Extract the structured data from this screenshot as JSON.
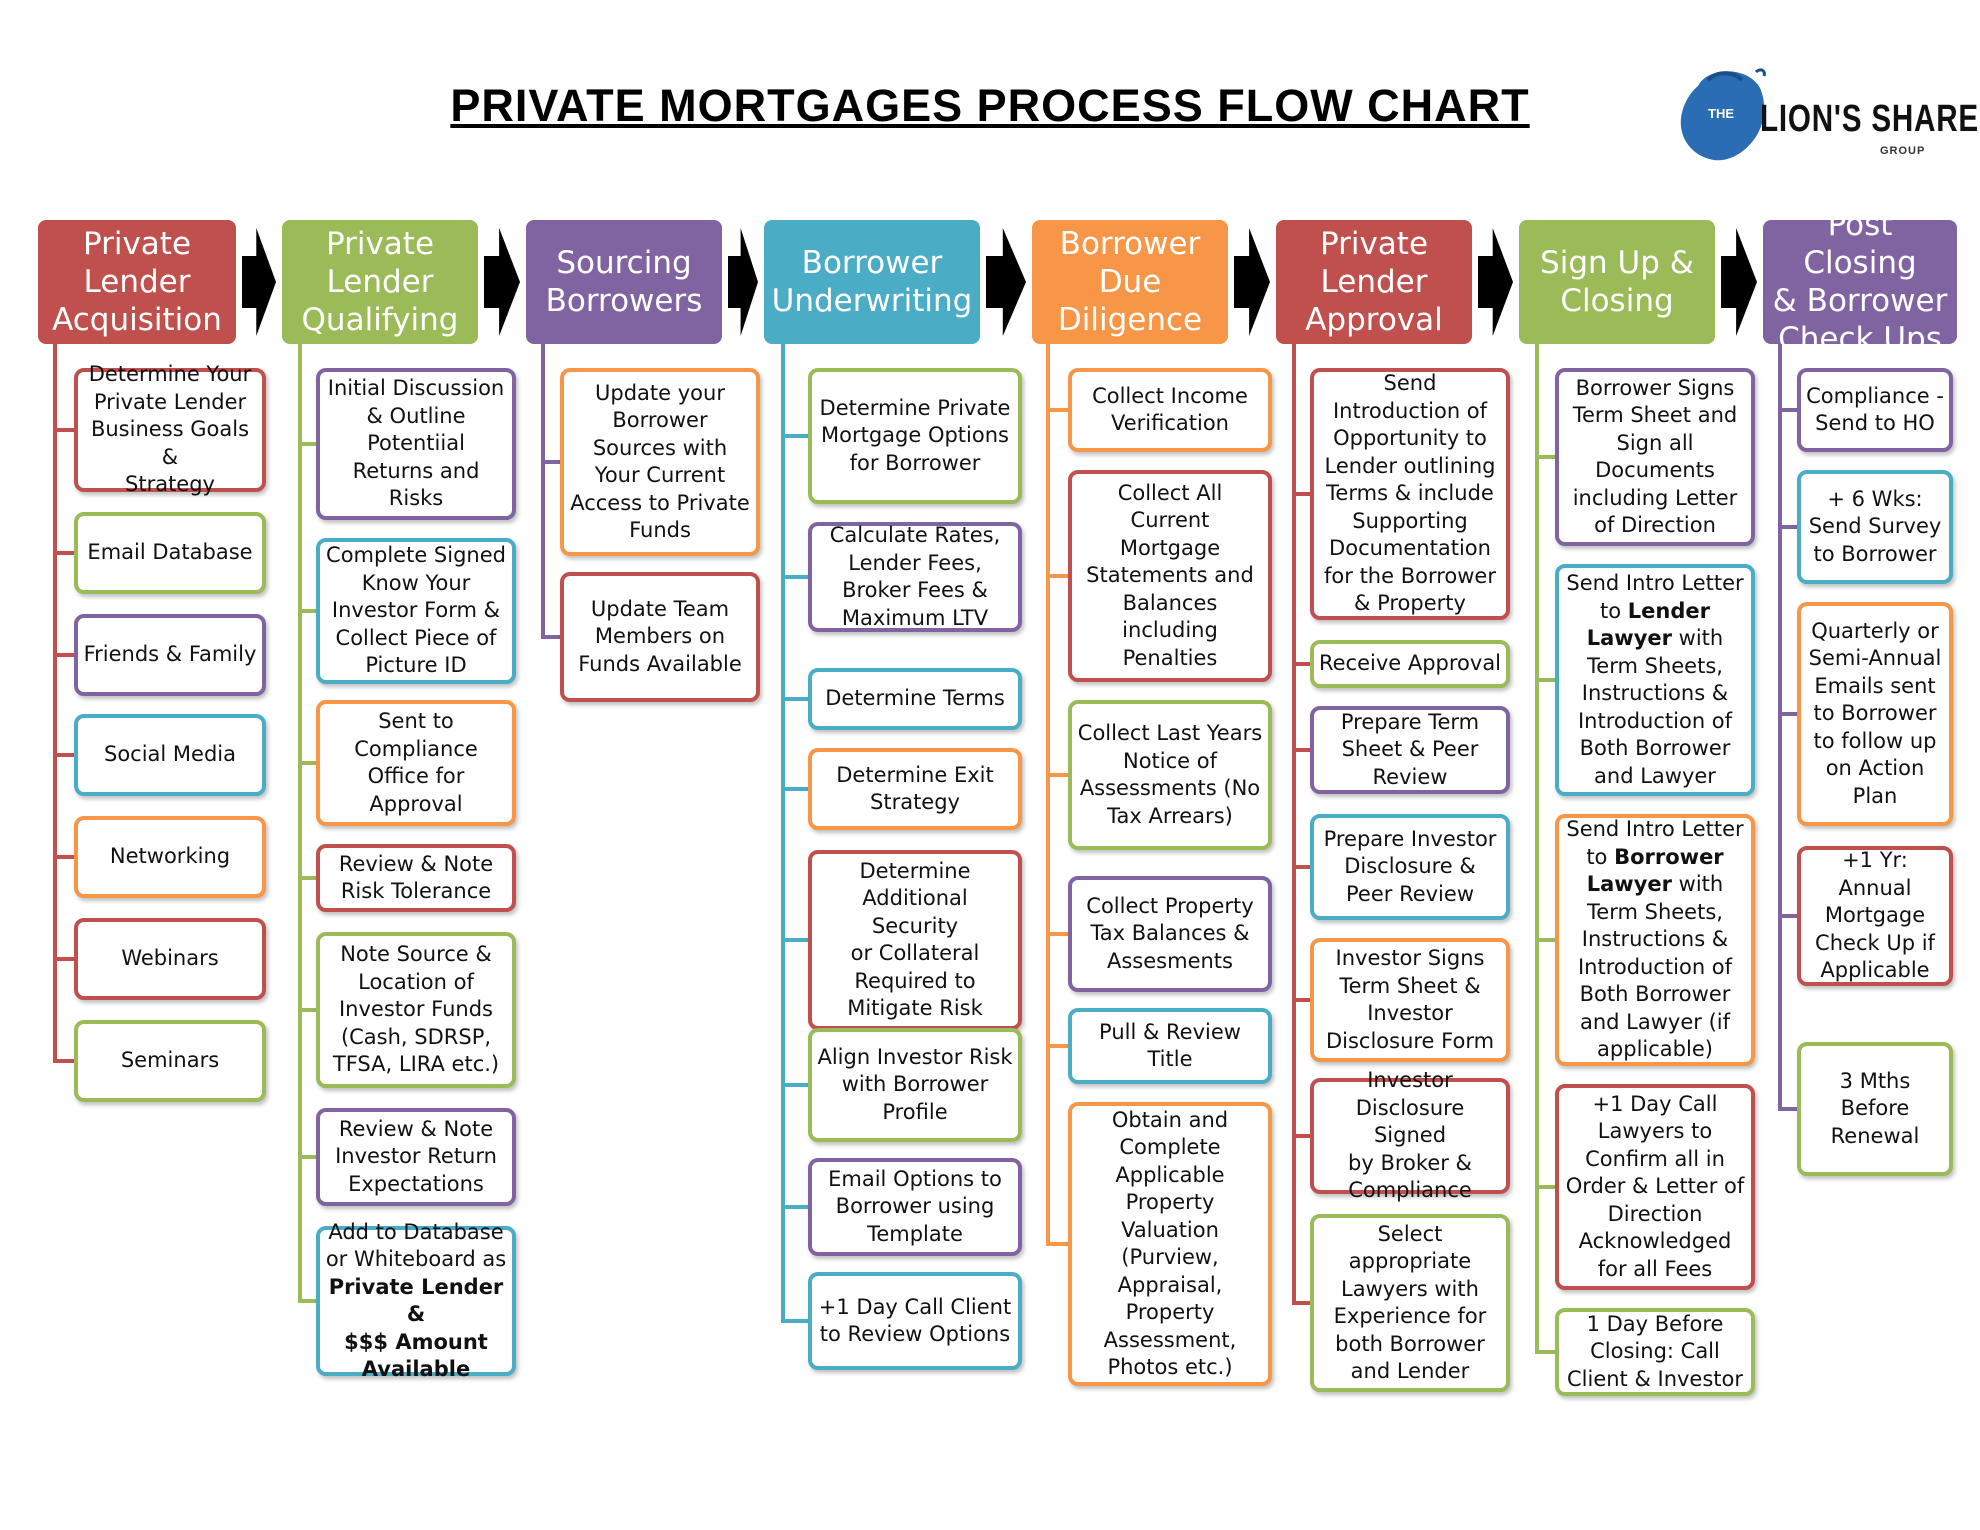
{
  "title": "PRIVATE MORTGAGES PROCESS FLOW CHART",
  "logo": {
    "prefix": "THE",
    "name": "LION'S SHARE",
    "suffix": "GROUP"
  },
  "colors": {
    "red": "#c0504d",
    "green": "#9bbb59",
    "purple": "#8064a2",
    "teal": "#4bacc6",
    "orange": "#f79646",
    "black": "#000000"
  },
  "columns": [
    {
      "title": "Private\nLender\nAcquisition",
      "color": "#c0504d",
      "items": [
        {
          "text": "Determine Your\nPrivate Lender\nBusiness Goals &\nStrategy",
          "color": "#c0504d"
        },
        {
          "text": "Email Database",
          "color": "#9bbb59"
        },
        {
          "text": "Friends & Family",
          "color": "#8064a2"
        },
        {
          "text": "Social Media",
          "color": "#4bacc6"
        },
        {
          "text": "Networking",
          "color": "#f79646"
        },
        {
          "text": "Webinars",
          "color": "#c0504d"
        },
        {
          "text": "Seminars",
          "color": "#9bbb59"
        }
      ]
    },
    {
      "title": "Private\nLender\nQualifying",
      "color": "#9bbb59",
      "items": [
        {
          "text": "Initial Discussion\n& Outline\nPotentiial\nReturns and\nRisks",
          "color": "#8064a2"
        },
        {
          "text": "Complete  Signed\nKnow Your\nInvestor Form &\nCollect  Piece of\nPicture ID",
          "color": "#4bacc6"
        },
        {
          "text": "Sent to\nCompliance\nOffice for\nApproval",
          "color": "#f79646"
        },
        {
          "text": "Review & Note\nRisk Tolerance",
          "color": "#c0504d"
        },
        {
          "text": "Note Source &\nLocation of\nInvestor Funds\n(Cash, SDRSP,\nTFSA, LIRA etc.)",
          "color": "#9bbb59"
        },
        {
          "text": "Review & Note\nInvestor Return\nExpectations",
          "color": "#8064a2"
        },
        {
          "text": "Add to Database\nor Whiteboard as",
          "bold": "Private Lender &\n$$$ Amount\nAvailable",
          "color": "#4bacc6"
        }
      ]
    },
    {
      "title": "Sourcing\nBorrowers",
      "color": "#8064a2",
      "items": [
        {
          "text": "Update your\nBorrower\nSources with\nYour Current\nAccess to Private\nFunds",
          "color": "#f79646"
        },
        {
          "text": "Update Team\nMembers on\nFunds Available",
          "color": "#c0504d"
        }
      ]
    },
    {
      "title": "Borrower\nUnderwriting",
      "color": "#4bacc6",
      "items": [
        {
          "text": "Determine Private\nMortgage Options\nfor Borrower",
          "color": "#9bbb59"
        },
        {
          "text": "Calculate Rates,\nLender Fees,\nBroker Fees &\nMaximum LTV",
          "color": "#8064a2"
        },
        {
          "text": "Determine Terms",
          "color": "#4bacc6"
        },
        {
          "text": "Determine Exit\nStrategy",
          "color": "#f79646"
        },
        {
          "text": "Determine\nAdditional Security\nor Collateral\nRequired to\nMitigate Risk",
          "color": "#c0504d"
        },
        {
          "text": "Align Investor Risk\nwith Borrower\nProfile",
          "color": "#9bbb59"
        },
        {
          "text": "Email Options to\nBorrower using\nTemplate",
          "color": "#8064a2"
        },
        {
          "text": "+1 Day Call Client\nto Review Options",
          "color": "#4bacc6"
        }
      ]
    },
    {
      "title": "Borrower\nDue\nDiligence",
      "color": "#f79646",
      "items": [
        {
          "text": "Collect Income\nVerification",
          "color": "#f79646"
        },
        {
          "text": "Collect All\nCurrent\nMortgage\nStatements and\nBalances\nincluding\nPenalties",
          "color": "#c0504d"
        },
        {
          "text": "Collect Last Years\nNotice of\nAssessments (No\nTax Arrears)",
          "color": "#9bbb59"
        },
        {
          "text": "Collect Property\nTax Balances &\nAssesments",
          "color": "#8064a2"
        },
        {
          "text": "Pull & Review\nTitle",
          "color": "#4bacc6"
        },
        {
          "text": "Obtain and\nComplete\nApplicable\nProperty\nValuation\n(Purview,\nAppraisal,\nProperty\nAssessment,\nPhotos etc.)",
          "color": "#f79646"
        }
      ]
    },
    {
      "title": "Private\nLender\nApproval",
      "color": "#c0504d",
      "items": [
        {
          "text": "Send\nIntroduction of\nOpportunity to\nLender outlining\nTerms & include\nSupporting\nDocumentation\nfor the Borrower\n& Property",
          "color": "#c0504d"
        },
        {
          "text": "Receive Approval",
          "color": "#9bbb59"
        },
        {
          "text": "Prepare Term\nSheet & Peer\nReview",
          "color": "#8064a2"
        },
        {
          "text": "Prepare Investor\nDisclosure &\nPeer Review",
          "color": "#4bacc6"
        },
        {
          "text": "Investor Signs\nTerm Sheet &\nInvestor\nDisclosure Form",
          "color": "#f79646"
        },
        {
          "text": "Investor\nDisclosure Signed\nby Broker &\nCompliance",
          "color": "#c0504d"
        },
        {
          "text": "Select\nappropriate\nLawyers with\nExperience for\nboth Borrower\nand Lender",
          "color": "#9bbb59"
        }
      ]
    },
    {
      "title": "Sign Up &\nClosing",
      "color": "#9bbb59",
      "items": [
        {
          "text": "Borrower Signs\nTerm Sheet and\nSign all\nDocuments\nincluding Letter\nof Direction",
          "color": "#8064a2"
        },
        {
          "pre": "Send Intro Letter\nto ",
          "em": "Lender\nLawyer",
          "post": " with\nTerm Sheets,\nInstructions &\nIntroduction of\nBoth Borrower\nand Lawyer",
          "color": "#4bacc6"
        },
        {
          "pre": "Send Intro Letter\nto ",
          "em": "Borrower\nLawyer",
          "post": " with\nTerm Sheets,\nInstructions &\nIntroduction of\nBoth Borrower\nand Lawyer (if\napplicable)",
          "color": "#f79646"
        },
        {
          "text": "+1 Day Call\nLawyers to\nConfirm all in\nOrder & Letter of\nDirection\nAcknowledged\nfor  all Fees",
          "color": "#c0504d"
        },
        {
          "text": "1 Day Before\nClosing: Call\nClient & Investor",
          "color": "#9bbb59"
        }
      ]
    },
    {
      "title": "Post Closing\n& Borrower\nCheck Ups",
      "color": "#8064a2",
      "items": [
        {
          "text": "Compliance -\nSend to HO",
          "color": "#8064a2"
        },
        {
          "text": "+ 6 Wks:\nSend Survey\nto Borrower",
          "color": "#4bacc6"
        },
        {
          "text": "Quarterly or\nSemi-Annual\nEmails sent\nto Borrower\nto follow up\non Action\nPlan",
          "color": "#f79646"
        },
        {
          "text": "+1 Yr:\nAnnual\nMortgage\nCheck Up if\nApplicable",
          "color": "#c0504d"
        },
        {
          "text": "3 Mths\nBefore\nRenewal",
          "color": "#9bbb59"
        }
      ]
    }
  ]
}
